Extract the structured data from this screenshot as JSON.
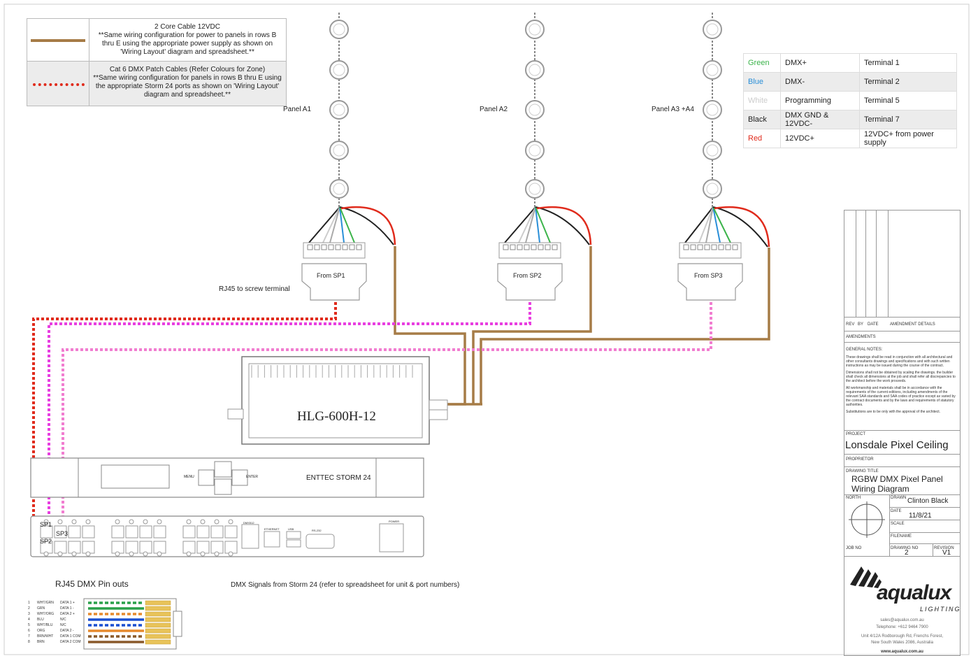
{
  "legend": [
    {
      "swatch": "solid",
      "color": "#a67c47",
      "title": "2 Core Cable 12VDC",
      "note": "**Same wiring configuration for power to panels in rows B thru E using the appropriate power supply as shown on 'Wiring Layout' diagram and spreadsheet.**"
    },
    {
      "swatch": "dotted",
      "color": "#e02b1c",
      "title": "Cat 6 DMX Patch Cables (Refer Colours for Zone)",
      "note": "**Same wiring configuration for panels in rows B thru E using the appropriate Storm 24 ports as shown on 'Wiring Layout' diagram and spreadsheet.**"
    }
  ],
  "color_table": [
    {
      "color": "Green",
      "hex": "#3cb44b",
      "signal": "DMX+",
      "terminal": "Terminal 1"
    },
    {
      "color": "Blue",
      "hex": "#2a8fd8",
      "signal": "DMX-",
      "terminal": "Terminal 2"
    },
    {
      "color": "White",
      "hex": "#cccccc",
      "signal": "Programming",
      "terminal": "Terminal 5"
    },
    {
      "color": "Black",
      "hex": "#222222",
      "signal": "DMX GND & 12VDC-",
      "terminal": "Terminal 7"
    },
    {
      "color": "Red",
      "hex": "#e02b1c",
      "signal": "12VDC+",
      "terminal": "12VDC+ from power supply"
    }
  ],
  "panels": [
    {
      "label": "Panel A1",
      "connector": "From SP1"
    },
    {
      "label": "Panel A2",
      "connector": "From SP2"
    },
    {
      "label": "Panel A3 +A4",
      "connector": "From SP3"
    }
  ],
  "labels": {
    "rj45_terminal": "RJ45 to screw terminal",
    "psu": "HLG-600H-12",
    "storm": "ENTTEC STORM 24",
    "menu": "MENU",
    "enter": "ENTER",
    "sp1": "SP1",
    "sp2": "SP2",
    "sp3": "SP3",
    "dmx_signals": "DMX Signals from Storm 24 (refer to spreadsheet for unit & port numbers)",
    "pinouts_title": "RJ45 DMX Pin outs",
    "power_label": "POWER",
    "ethernet": "ETHERNET",
    "usb": "USB",
    "rs232": "RS-232",
    "dmx512": "DMX512"
  },
  "pinouts": [
    {
      "pin": "1",
      "wire": "WHT/GRN",
      "signal": "DATA 1 +"
    },
    {
      "pin": "2",
      "wire": "GRN",
      "signal": "DATA 1 -"
    },
    {
      "pin": "3",
      "wire": "WHT/ORG",
      "signal": "DATA 2 +"
    },
    {
      "pin": "4",
      "wire": "BLU",
      "signal": "N/C"
    },
    {
      "pin": "5",
      "wire": "WHT/BLU",
      "signal": "N/C"
    },
    {
      "pin": "6",
      "wire": "ORG",
      "signal": "DATA 2 -"
    },
    {
      "pin": "7",
      "wire": "BRN/WHT",
      "signal": "DATA 1 COM"
    },
    {
      "pin": "8",
      "wire": "BRN",
      "signal": "DATA 2 COM"
    }
  ],
  "title_block": {
    "rev_headers": [
      "REV",
      "BY",
      "DATE",
      "AMENDMENT DETAILS"
    ],
    "amendments_label": "AMENDMENTS",
    "general_notes_label": "GENERAL NOTES:",
    "notes": [
      "These drawings shall be read in conjunction with all architectural and other consultants drawings and specifications and with such written instructions as may be issued during the course of the contract.",
      "Dimensions shall not be obtained by scaling the drawings. the builder shall check all dimensions at the job and shall refer all discrepancies to the architect before the work proceeds.",
      "All workmanship and materials shall be in accordance with the requirements of the current editions, including amendments of the relevant SAA standards and SAA codes of practice except as varied by the contract documents and by the laws and requirements of statutory authorities.",
      "Substitutions are to be only with the approval of the architect."
    ],
    "project_label": "PROJECT",
    "project": "Lonsdale Pixel Ceiling",
    "proprietor_label": "PROPRIETOR",
    "drawing_title_label": "DRAWING TITLE",
    "drawing_title": "RGBW DMX Pixel Panel Wiring Diagram",
    "north_label": "NORTH",
    "drawn_label": "DRAWN",
    "drawn": "Clinton Black",
    "date_label": "DATE",
    "date": "11/8/21",
    "scale_label": "SCALE",
    "filename_label": "FILENAME",
    "jobno_label": "JOB NO",
    "drawing_no_label": "DRAWING NO",
    "drawing_no": "2",
    "revision_label": "REVISION",
    "revision": "V1",
    "company": "aqualux",
    "company_sub": "LIGHTING",
    "email": "sales@aqualux.com.au",
    "phone": "Telephone: +612 9464 7900",
    "address1": "Unit 4/12A Rodborough Rd, Frenchs Forest,",
    "address2": "New South Wales 2086, Australia",
    "web": "www.aqualux.com.au"
  }
}
